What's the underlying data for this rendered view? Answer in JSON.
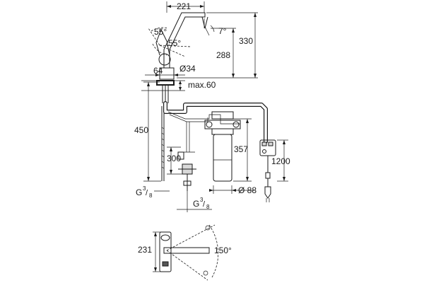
{
  "dimensions": {
    "spout_reach": "221",
    "lever_angle_upper": "55°",
    "lever_angle_lower": "55°",
    "spout_tilt": "7°",
    "height_total": "330",
    "height_spout": "288",
    "base_width": "64",
    "hole_diameter": "Ø34",
    "deck_thickness": "max.60",
    "hose_length": "450",
    "connection_left": {
      "base": "G",
      "num": "3",
      "den": "8"
    },
    "connection_bottom": {
      "base": "G",
      "num": "3",
      "den": "8"
    },
    "valve_height": "300",
    "filter_height": "357",
    "filter_diameter": "Ø 88",
    "cable_length": "1200",
    "plan_depth": "231",
    "swivel_angle": "150°"
  }
}
